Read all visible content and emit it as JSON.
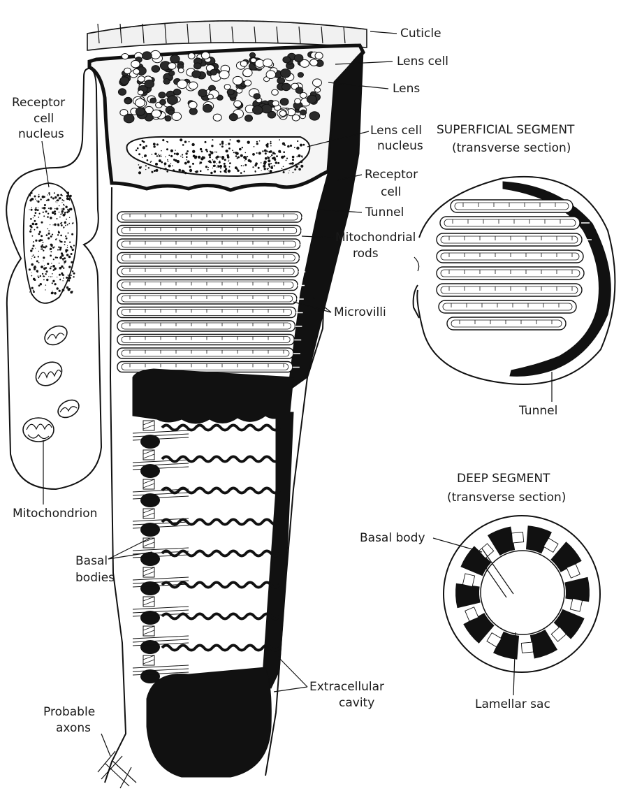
{
  "labels": {
    "cuticle": "Cuticle",
    "lens_cell": "Lens cell",
    "lens": "Lens",
    "lens_cell_nucleus_1": "Lens cell",
    "lens_cell_nucleus_2": "nucleus",
    "receptor_cell_1": "Receptor",
    "receptor_cell_2": "cell",
    "tunnel": "Tunnel",
    "mitochondrial_rods_1": "Mitochondrial",
    "mitochondrial_rods_2": "rods",
    "microvilli": "Microvilli",
    "receptor_nucleus_1": "Receptor",
    "receptor_nucleus_2": "cell",
    "receptor_nucleus_3": "nucleus",
    "mitochondrion": "Mitochondrion",
    "basal_bodies_1": "Basal",
    "basal_bodies_2": "bodies",
    "extracellular_1": "Extracellular",
    "extracellular_2": "cavity",
    "probable_axons_1": "Probable",
    "probable_axons_2": "axons"
  },
  "superficial_segment": {
    "title": "SUPERFICIAL SEGMENT",
    "subtitle": "(transverse section)",
    "tunnel_label": "Tunnel"
  },
  "deep_segment": {
    "title": "DEEP SEGMENT",
    "subtitle": "(transverse section)",
    "basal_body_label": "Basal body",
    "lamellar_sac_label": "Lamellar sac"
  }
}
